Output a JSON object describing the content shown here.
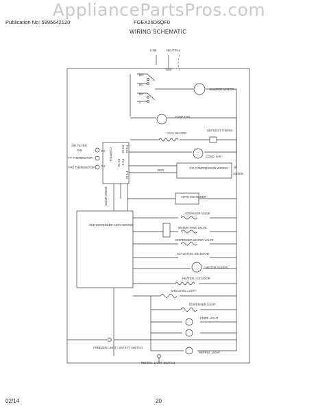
{
  "watermark": "AppliancePartsPros.com",
  "header": {
    "publication": "Publication No: 5995642120",
    "model": "FGEX26D6QF0",
    "title": "WIRING SCHEMATIC"
  },
  "footer": {
    "date": "02/14",
    "page": "20"
  },
  "diagram": {
    "supply": {
      "line": "LINE",
      "neutral": "NEUTRAL"
    },
    "contacts": {
      "no": "NO",
      "nc": "NC",
      "c": "C"
    },
    "damper_motor": "DAMPER MOTOR",
    "evap_fan": "EVAP. FAN",
    "coil_heater": "COIL HEATER",
    "defrost_therm": "DEFROST THERM.",
    "cond_fan": "COND. FAN",
    "compressor": {
      "label": "T/O COMPRESSOR WIRING",
      "red": "RED",
      "green": "GREEN",
      "b": "B"
    },
    "air_filter": "AIR FILTER",
    "fan": "FAN",
    "ff_thermistor": "FF THERMISTOR",
    "frz_thermistor": "FRZ THERMISTOR",
    "control": "CONTROL",
    "plugs": {
      "p2": "P2",
      "p4": "P4",
      "p13": "P1-13",
      "p12": "P1-12",
      "p10": "P1-10",
      "p9": "P1-9",
      "p11": "P1-11"
    },
    "auto_ice_maker": "AUTO ICE MAKER",
    "door_hinge": "DOOR HINGE",
    "dispenser_assy": "SEE DISPENSER ASSY WIRING",
    "valves": [
      "ICEMAKER VALVE",
      "WATER TANK VALVE",
      "DISPENSER WATER VALVE"
    ],
    "actuator_ice_door": "ACTUATOR, ICE DOOR",
    "motor_auger": "MOTOR AUGER",
    "heater_ice_door": "HEATER, ICE DOOR",
    "mid_level_light": "MID LEVEL LIGHT",
    "dispenser_light": "DISPENSER LIGHT",
    "frzr_light": "FRZR. LIGHT",
    "freezer_light_switch": "FREEZER LIGHT / SAFETY SWITCH",
    "refrig_light": "REFRIG. LIGHT",
    "refrig_light_switch": "REFRIG. LIGHT SWITCH"
  }
}
